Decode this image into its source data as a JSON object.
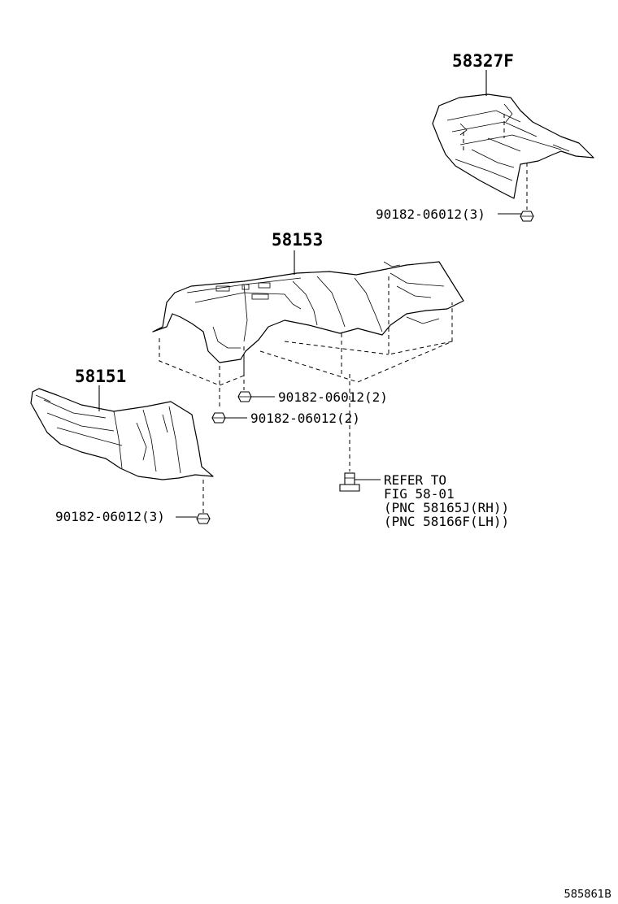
{
  "labels": {
    "part_58327f": "58327F",
    "part_58153": "58153",
    "part_58151": "58151",
    "nut_58327f": "90182-06012(3)",
    "nut_58153_a": "90182-06012(2)",
    "nut_58153_b": "90182-06012(2)",
    "nut_58151": "90182-06012(3)",
    "refer_line1": "REFER TO",
    "refer_line2": "FIG 58-01",
    "refer_line3": "(PNC 58165J(RH))",
    "refer_line4": "(PNC 58166F(LH))",
    "figure_code": "585861B"
  }
}
